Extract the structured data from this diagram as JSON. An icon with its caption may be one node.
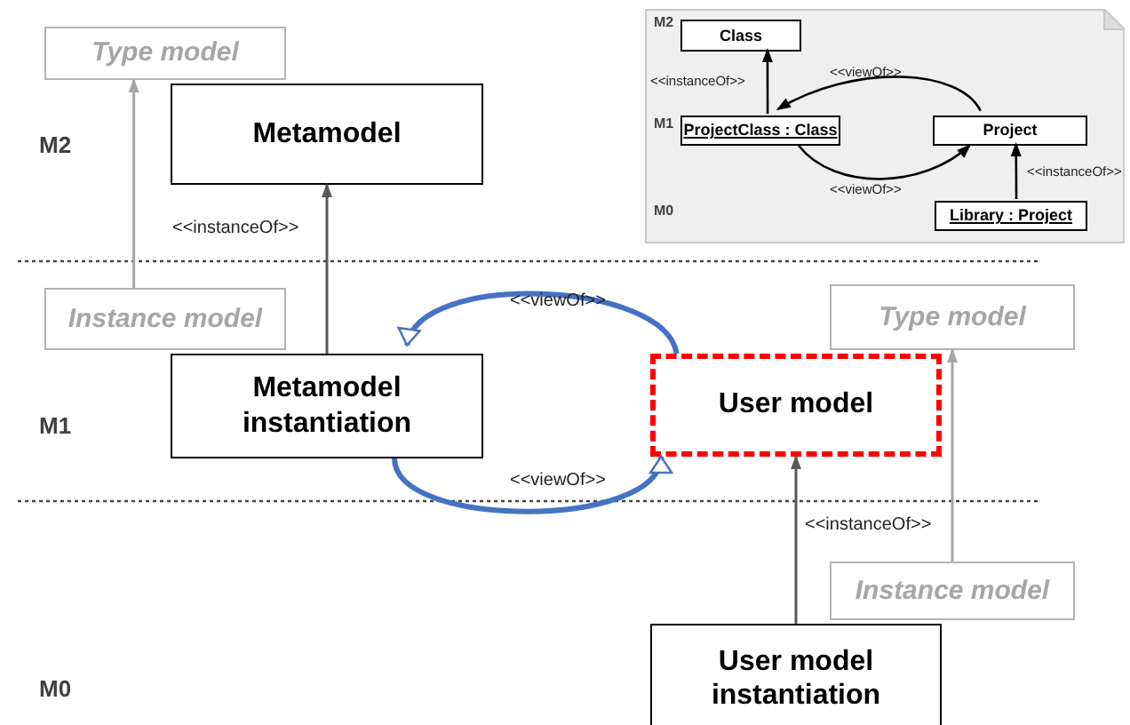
{
  "diagram": {
    "nodes": [
      {
        "text": [
          "Type model"
        ]
      },
      {
        "text": [
          "Metamodel"
        ]
      },
      {
        "text": [
          "Instance model"
        ]
      },
      {
        "text": [
          "Metamodel instantiation"
        ]
      },
      {
        "text": [
          "Type model"
        ]
      },
      {
        "text": [
          "User model"
        ]
      },
      {
        "text": [
          "Instance model"
        ]
      },
      {
        "text": [
          "User model instantiation"
        ]
      },
      {
        "text": [
          "M2",
          "M1",
          "M0"
        ]
      },
      {
        "text": [
          "Class"
        ],
        "in": 8
      },
      {
        "text": [
          "ProjectClass : Class"
        ],
        "in": 8
      },
      {
        "text": [
          "Project"
        ],
        "in": 8
      },
      {
        "text": [
          "Library : Project"
        ],
        "in": 8
      }
    ],
    "edges": [
      {
        "from": 2,
        "to": 0,
        "arrow": "to",
        "color": "#a6a6a6"
      },
      {
        "from": 3,
        "to": 1,
        "arrow": "to",
        "label": "<<instanceOf>>"
      },
      {
        "from": 5,
        "to": 3,
        "arrow": "to",
        "label": "<<viewOf>>",
        "style": "thick",
        "color": "#4472c4"
      },
      {
        "from": 3,
        "to": 5,
        "arrow": "to",
        "label": "<<viewOf>>",
        "style": "thick",
        "color": "#4472c4"
      },
      {
        "from": 7,
        "to": 5,
        "arrow": "to",
        "label": "<<instanceOf>>"
      },
      {
        "from": 6,
        "to": 4,
        "arrow": "to",
        "color": "#a6a6a6"
      },
      {
        "from": 10,
        "to": 9,
        "arrow": "to",
        "label": "<<instanceOf>>"
      },
      {
        "from": 11,
        "to": 10,
        "arrow": "to",
        "label": "<<viewOf>>"
      },
      {
        "from": 10,
        "to": 11,
        "arrow": "to",
        "label": "<<viewOf>>"
      },
      {
        "from": 12,
        "to": 11,
        "arrow": "to",
        "label": "<<instanceOf>>"
      }
    ],
    "labels": [
      "M2",
      "M1",
      "M0"
    ]
  }
}
